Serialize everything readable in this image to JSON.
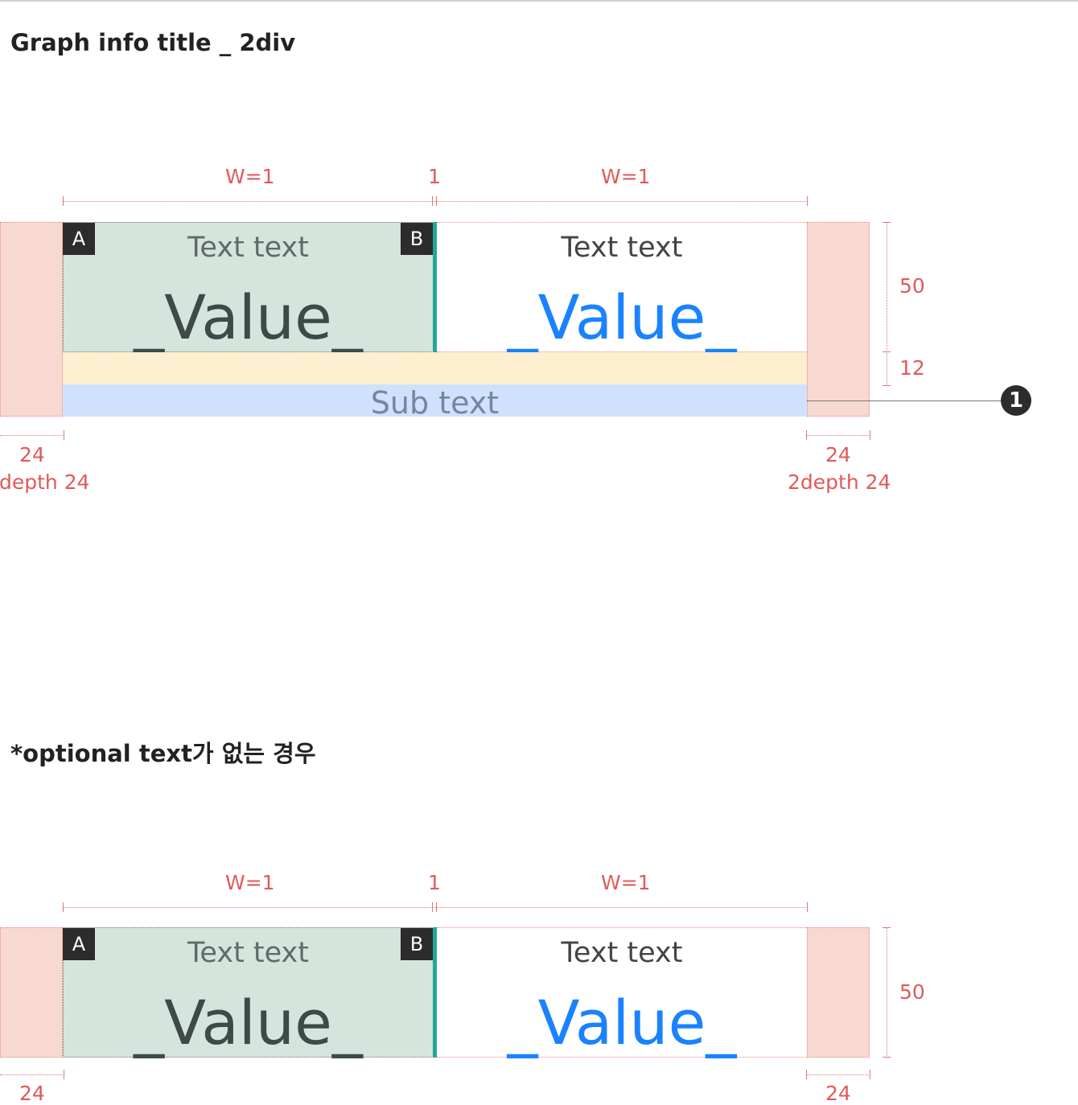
{
  "section1": {
    "title": "Graph info title _ 2div",
    "dims": {
      "w_left": "W=1",
      "divider": "1",
      "w_right": "W=1",
      "height_main": "50",
      "height_gap": "12",
      "pad_left": "24",
      "pad_left_depth": "depth 24",
      "pad_right": "24",
      "pad_right_depth": "2depth 24"
    },
    "cell_left": {
      "badge_a": "A",
      "badge_b": "B",
      "label": "Text text",
      "value": "_Value_"
    },
    "cell_right": {
      "label": "Text text",
      "value": "_Value_"
    },
    "sub_text": "Sub text",
    "callout": "1"
  },
  "section2": {
    "title": "*optional text가 없는 경우",
    "dims": {
      "w_left": "W=1",
      "divider": "1",
      "w_right": "W=1",
      "height_main": "50",
      "pad_left": "24",
      "pad_right": "24"
    },
    "cell_left": {
      "badge_a": "A",
      "badge_b": "B",
      "label": "Text text",
      "value": "_Value_"
    },
    "cell_right": {
      "label": "Text text",
      "value": "_Value_"
    }
  },
  "colors": {
    "dimension_red": "#e05a5a",
    "pad_fill": "#f7d9d1",
    "left_cell_fill": "#d5e5dd",
    "divider_teal": "#26a69a",
    "gap_fill": "#fdefcf",
    "sub_bar_fill": "#cfe2fd",
    "left_text": "#5f6b66",
    "left_value": "#3d4a45",
    "right_text": "#444444",
    "right_value": "#1a82ff"
  }
}
